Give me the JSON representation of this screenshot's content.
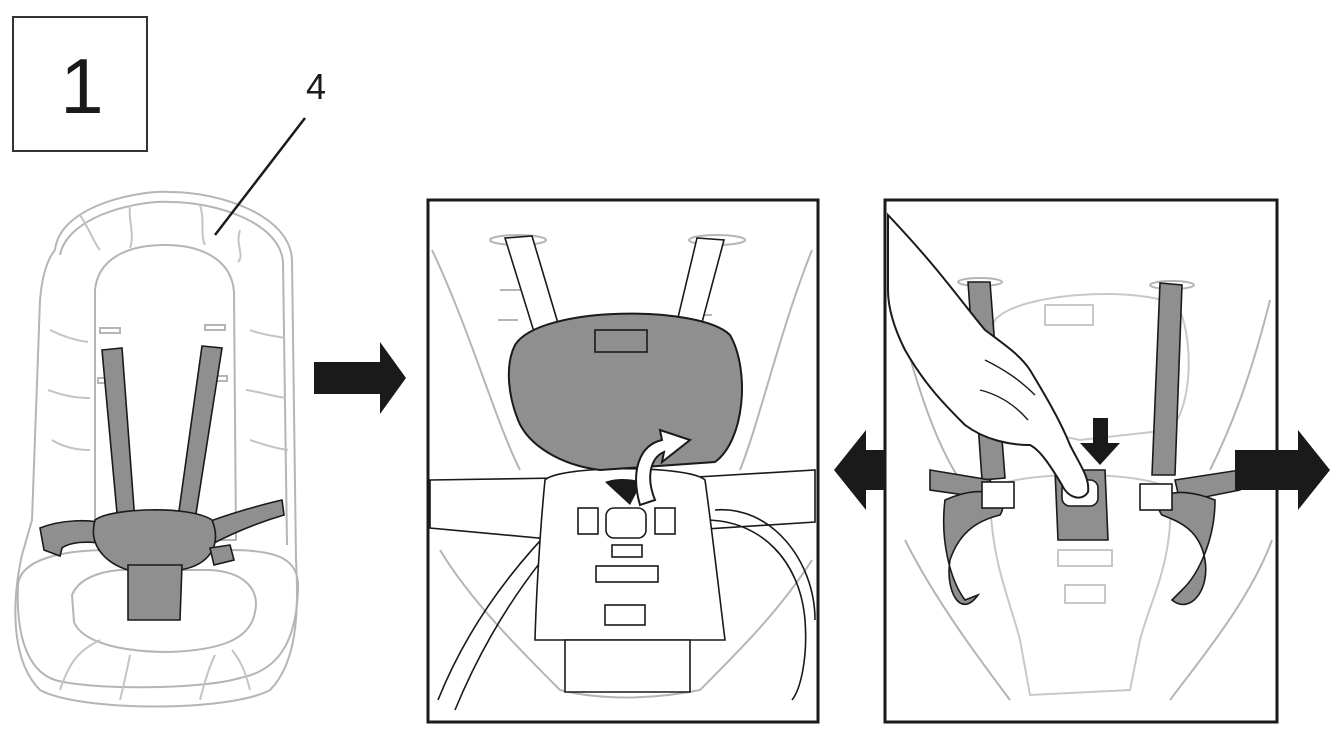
{
  "figure": {
    "step_number": "1",
    "callout_label": "4",
    "colors": {
      "line": "#1a1a1a",
      "light_line": "#b5b5b5",
      "strap_fill": "#8f8f8f",
      "arrow_fill": "#1a1a1a",
      "background": "#ffffff"
    },
    "panels": [
      "seat-overview",
      "buckle-detail",
      "release-buckle-detail"
    ],
    "icons": [
      "right-arrow-icon",
      "curved-up-arrow-icon",
      "press-down-arrow-icon",
      "left-arrow-icon",
      "right-arrow-icon"
    ]
  }
}
